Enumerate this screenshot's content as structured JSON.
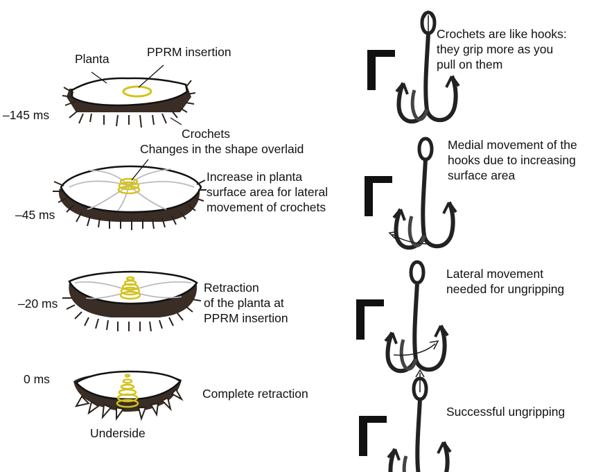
{
  "time_labels": [
    "–145 ms",
    "–45 ms",
    "–20 ms",
    "0 ms"
  ],
  "labels": {
    "planta": "Planta",
    "pprm_insertion": "PPRM insertion",
    "crochets": "Crochets",
    "shape_overlaid": "Changes in the shape overlaid",
    "underside": "Underside",
    "stage2_desc": [
      "Increase in planta",
      "surface area for lateral",
      "movement of crochets"
    ],
    "stage3_desc": [
      "Retraction",
      "of the planta at",
      "PPRM insertion"
    ],
    "stage4_desc": "Complete retraction"
  },
  "hook_captions": {
    "hook1": [
      "Crochets are like hooks:",
      "they grip more as you",
      "pull on them"
    ],
    "hook2": [
      "Medial movement of the",
      "hooks due to increasing",
      "surface area"
    ],
    "hook3": [
      "Lateral movement",
      "needed for ungripping"
    ],
    "hook4": "Successful ungripping"
  },
  "colors": {
    "pprm_ring": "#d4c21c",
    "crochet_dark": "#3a2d26",
    "hook_dark": "#222222",
    "rib_gray": "#bbbbbb"
  }
}
